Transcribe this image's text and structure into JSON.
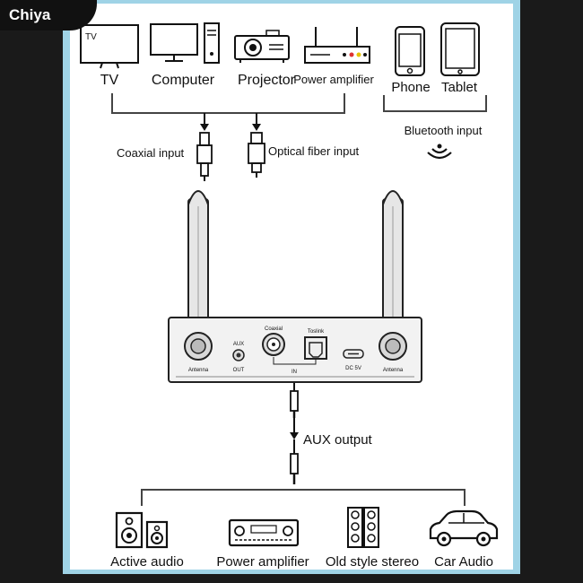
{
  "brand": "Chiya",
  "sources": {
    "tv_screen_text": "TV",
    "tv": "TV",
    "computer": "Computer",
    "projector": "Projector",
    "power_amplifier": "Power amplifier",
    "phone": "Phone",
    "tablet": "Tablet"
  },
  "inputs": {
    "coaxial": "Coaxial input",
    "optical": "Optical fiber input",
    "bluetooth": "Bluetooth input"
  },
  "device_ports": {
    "antenna_left": "Antenna",
    "aux": "AUX",
    "out": "OUT",
    "coaxial": "Coaxial",
    "toslink": "Toslink",
    "in": "IN",
    "dc": "DC 5V",
    "antenna_right": "Antenna"
  },
  "output": {
    "aux_output": "AUX output"
  },
  "outputs": {
    "active_audio": "Active audio",
    "power_amplifier": "Power amplifier",
    "old_style_stereo": "Old style stereo",
    "car_audio": "Car Audio"
  }
}
